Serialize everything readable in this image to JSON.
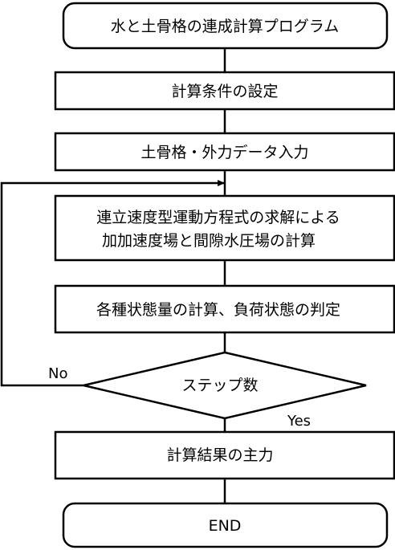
{
  "nodes": {
    "start": "水と土骨格の連成計算プログラム",
    "settings": "計算条件の設定",
    "input": "土骨格・外力データ入力",
    "solve_line1": "連立速度型運動方程式の求解による",
    "solve_line2": "加加速度場と間隙水圧場の計算",
    "state": "各種状態量の計算、負荷状態の判定",
    "decision": "ステップ数",
    "output": "計算結果の主力",
    "end": "END"
  },
  "edges": {
    "no_label": "No",
    "yes_label": "Yes"
  }
}
